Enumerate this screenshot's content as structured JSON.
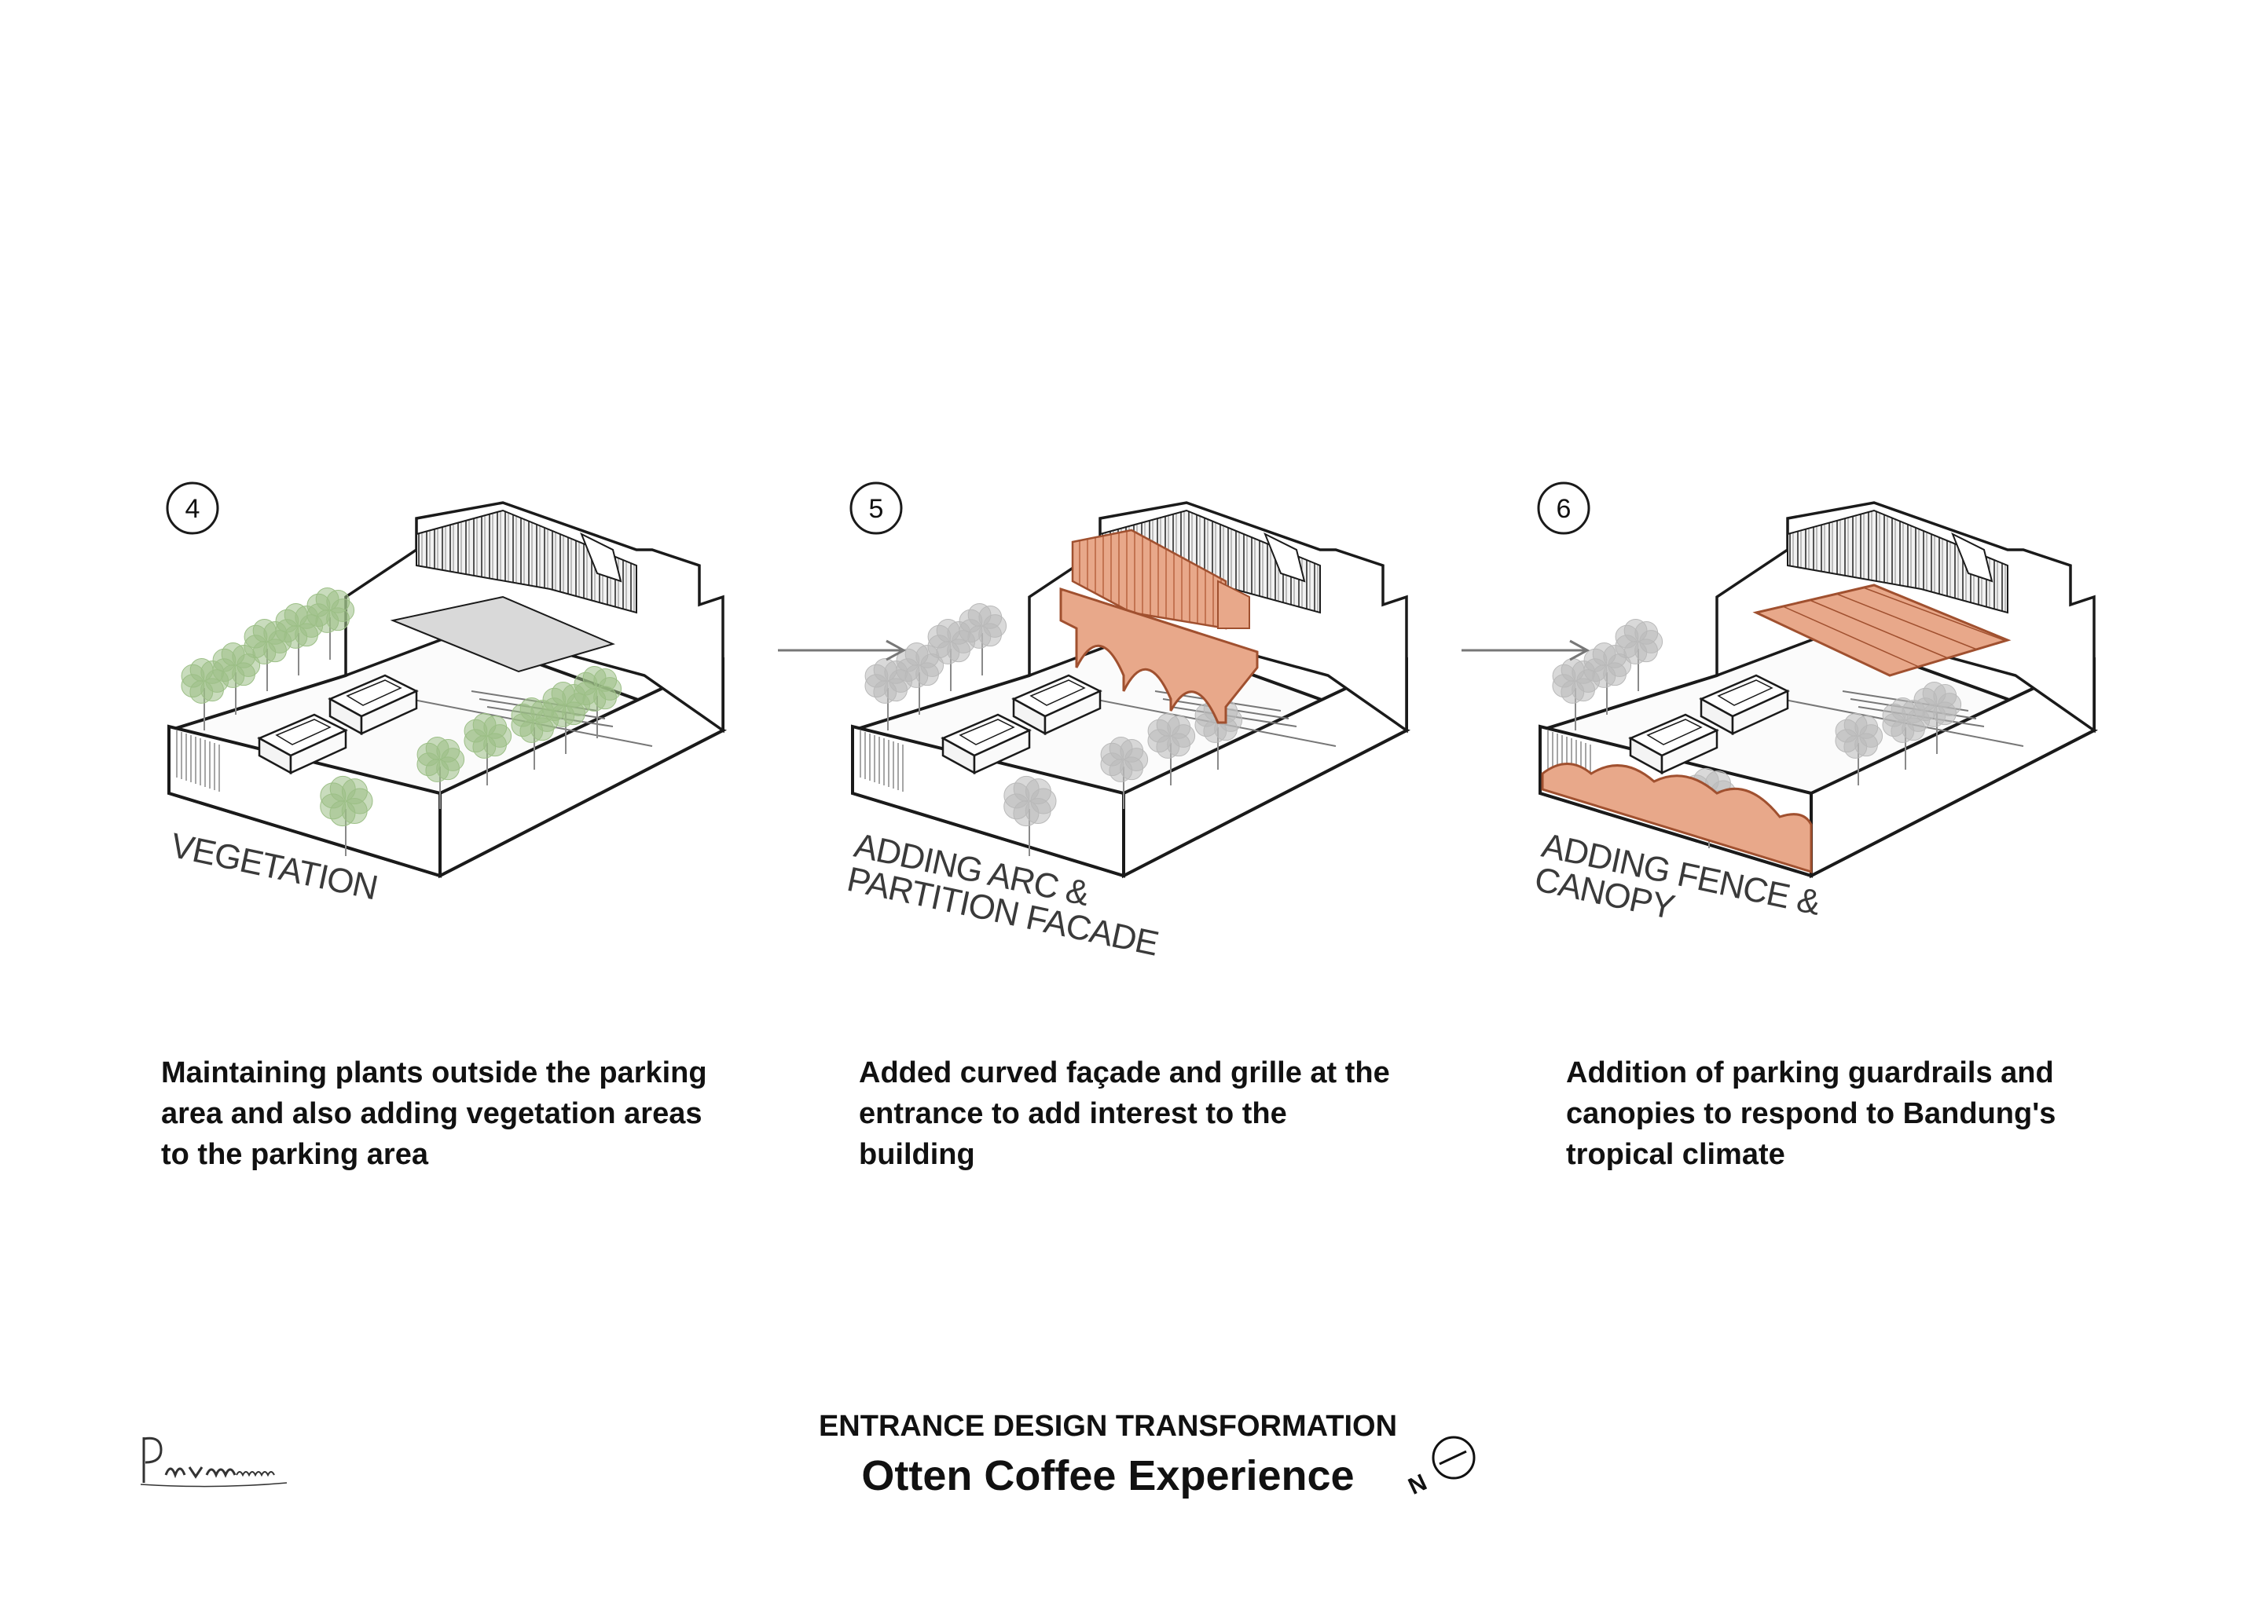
{
  "panels": [
    {
      "number": "4",
      "label_lines": [
        "VEGETATION"
      ],
      "description": [
        "Maintaining plants outside the parking",
        "area and also adding vegetation areas",
        "to the parking area"
      ],
      "highlight": "vegetation"
    },
    {
      "number": "5",
      "label_lines": [
        "ADDING ARC &",
        "PARTITION FACADE"
      ],
      "description": [
        "Added curved façade and grille at the",
        "entrance to add interest to the",
        "building"
      ],
      "highlight": "arc-facade"
    },
    {
      "number": "6",
      "label_lines": [
        "ADDING FENCE &",
        "CANOPY"
      ],
      "description": [
        "Addition of parking guardrails and",
        "canopies to respond to Bandung's",
        "tropical climate"
      ],
      "highlight": "fence-canopy"
    }
  ],
  "title": {
    "subtitle": "ENTRANCE DESIGN TRANSFORMATION",
    "main": "Otten Coffee Experience"
  },
  "north_arrow": {
    "letter": "N"
  },
  "colors": {
    "line": "#1a1a1a",
    "accent_fill": "#e8a88a",
    "accent_stroke": "#a0502f",
    "tree_green": "#9cbf86",
    "tree_grey": "#b9b9b9",
    "arrow": "#777777"
  },
  "icons": {
    "logo": "plan-studio-logo-icon",
    "north": "north-arrow-icon",
    "step_arrow": "right-arrow-icon"
  }
}
